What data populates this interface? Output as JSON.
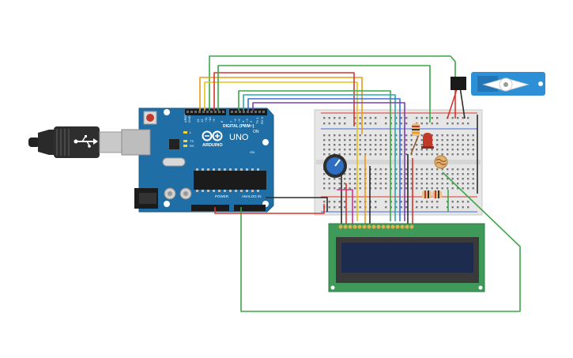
{
  "arduino": {
    "brand": "UNO",
    "logo_text": "ARDUINO",
    "digital_label": "DIGITAL (PWM~)",
    "power_label": "POWER",
    "analog_label": "ANALOG IN",
    "tx_label": "TX",
    "rx_label": "RX",
    "l_label": "L",
    "on_label": "ON",
    "aref_label": "AREF",
    "gnd_label": "GND",
    "pin_labels": [
      "13",
      "12",
      "~11",
      "~10",
      "~9",
      "8",
      "7",
      "~6",
      "~5",
      "4",
      "~3",
      "2",
      "TX 1",
      "RX 0"
    ],
    "board_color": "#1f6fa6"
  },
  "lcd": {
    "screen_color": "#1d2b4f",
    "pcb_color": "#3f9a5a"
  },
  "colors": {
    "wire_green": "#3aa745",
    "wire_red": "#d8352a",
    "wire_black": "#2b2b2b",
    "wire_orange": "#e99a1a",
    "wire_yellow": "#e6c21a",
    "wire_blue": "#3d6fd8",
    "wire_purple": "#7d3fb0",
    "wire_teal": "#2aa8a8",
    "wire_magenta": "#d6338a",
    "servo_blue": "#2d8fd5"
  }
}
